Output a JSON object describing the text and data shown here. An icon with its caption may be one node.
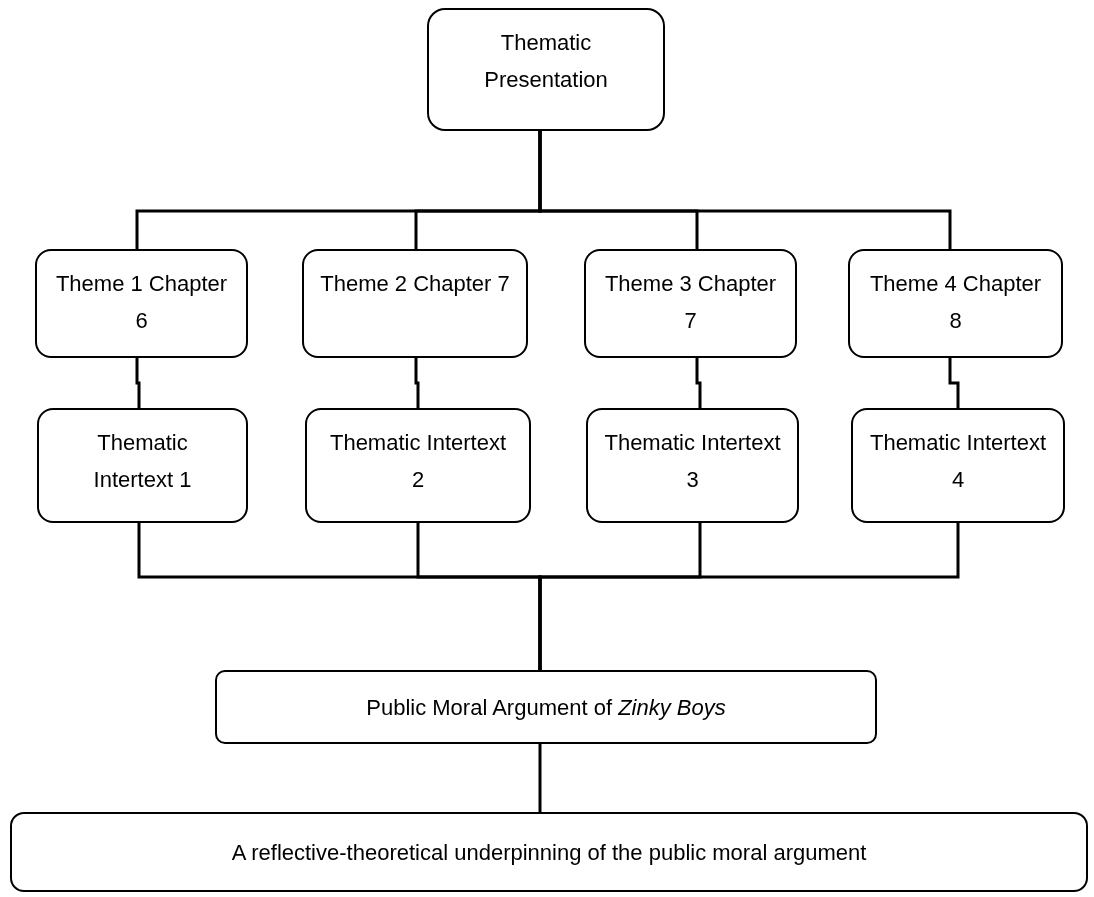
{
  "diagram": {
    "nodes": [
      {
        "text": [
          "Thematic Presentation"
        ]
      },
      {
        "text": [
          "Theme 1 Chapter 6"
        ]
      },
      {
        "text": [
          "Theme 2 Chapter 7"
        ]
      },
      {
        "text": [
          "Theme 3 Chapter 7"
        ]
      },
      {
        "text": [
          "Theme 4 Chapter 8"
        ]
      },
      {
        "text": [
          "Thematic Intertext 1"
        ]
      },
      {
        "text": [
          "Thematic Intertext 2"
        ]
      },
      {
        "text": [
          "Thematic Intertext 3"
        ]
      },
      {
        "text": [
          "Thematic Intertext 4"
        ]
      },
      {
        "text": [
          "Public Moral Argument of *Zinky Boys*"
        ]
      },
      {
        "text": [
          "A reflective-theoretical underpinning of the public moral argument"
        ]
      }
    ],
    "edges": [
      {
        "from": 0,
        "to": 1,
        "arrow": "none"
      },
      {
        "from": 0,
        "to": 2,
        "arrow": "none"
      },
      {
        "from": 0,
        "to": 3,
        "arrow": "none"
      },
      {
        "from": 0,
        "to": 4,
        "arrow": "none"
      },
      {
        "from": 1,
        "to": 5,
        "arrow": "none"
      },
      {
        "from": 2,
        "to": 6,
        "arrow": "none"
      },
      {
        "from": 3,
        "to": 7,
        "arrow": "none"
      },
      {
        "from": 4,
        "to": 8,
        "arrow": "none"
      },
      {
        "from": 5,
        "to": 9,
        "arrow": "none"
      },
      {
        "from": 6,
        "to": 9,
        "arrow": "none"
      },
      {
        "from": 7,
        "to": 9,
        "arrow": "none"
      },
      {
        "from": 8,
        "to": 9,
        "arrow": "none"
      },
      {
        "from": 9,
        "to": 10,
        "arrow": "none"
      }
    ]
  }
}
